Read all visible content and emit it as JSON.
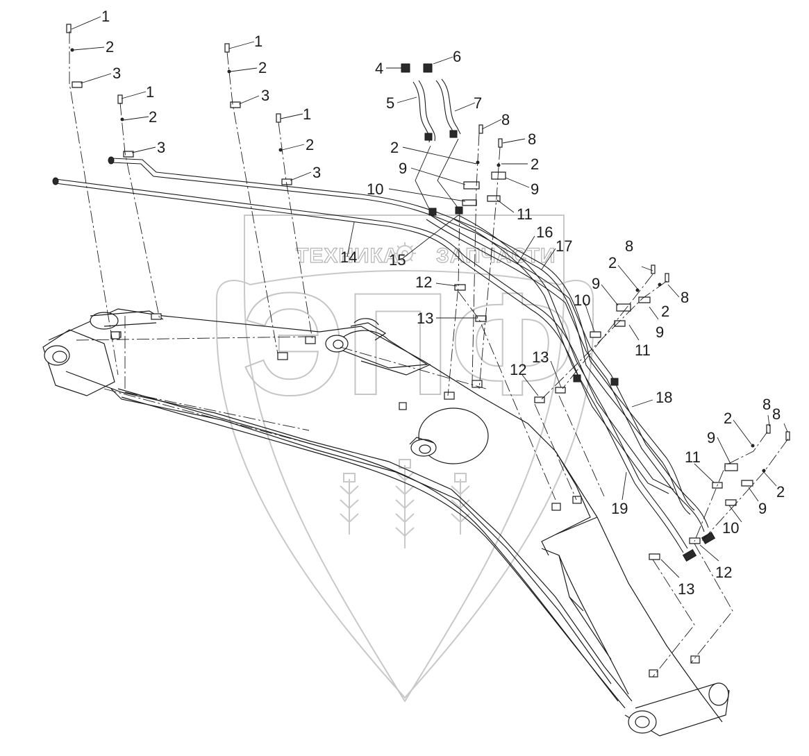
{
  "watermark": {
    "brand_left": "ТЕХНИКА",
    "brand_right": "ЗАПЧАСТИ",
    "letters": "ЭПФ"
  },
  "callouts": [
    {
      "id": "c1",
      "label": "1"
    },
    {
      "id": "c2",
      "label": "2"
    },
    {
      "id": "c3",
      "label": "3"
    },
    {
      "id": "c4",
      "label": "1"
    },
    {
      "id": "c5",
      "label": "2"
    },
    {
      "id": "c6",
      "label": "3"
    },
    {
      "id": "c7",
      "label": "1"
    },
    {
      "id": "c8",
      "label": "2"
    },
    {
      "id": "c9",
      "label": "3"
    },
    {
      "id": "c10",
      "label": "1"
    },
    {
      "id": "c11",
      "label": "2"
    },
    {
      "id": "c12",
      "label": "3"
    },
    {
      "id": "c13",
      "label": "4"
    },
    {
      "id": "c14",
      "label": "5"
    },
    {
      "id": "c15",
      "label": "6"
    },
    {
      "id": "c16",
      "label": "7"
    },
    {
      "id": "c17",
      "label": "8"
    },
    {
      "id": "c18",
      "label": "2"
    },
    {
      "id": "c19",
      "label": "9"
    },
    {
      "id": "c20",
      "label": "10"
    },
    {
      "id": "c21",
      "label": "8"
    },
    {
      "id": "c22",
      "label": "2"
    },
    {
      "id": "c23",
      "label": "9"
    },
    {
      "id": "c24",
      "label": "11"
    },
    {
      "id": "c25",
      "label": "14"
    },
    {
      "id": "c26",
      "label": "15"
    },
    {
      "id": "c27",
      "label": "16"
    },
    {
      "id": "c28",
      "label": "17"
    },
    {
      "id": "c29",
      "label": "12"
    },
    {
      "id": "c30",
      "label": "13"
    },
    {
      "id": "c31",
      "label": "8"
    },
    {
      "id": "c32",
      "label": "2"
    },
    {
      "id": "c33",
      "label": "8"
    },
    {
      "id": "c34",
      "label": "10"
    },
    {
      "id": "c35",
      "label": "9"
    },
    {
      "id": "c36",
      "label": "2"
    },
    {
      "id": "c37",
      "label": "9"
    },
    {
      "id": "c38",
      "label": "11"
    },
    {
      "id": "c39",
      "label": "12"
    },
    {
      "id": "c40",
      "label": "13"
    },
    {
      "id": "c41",
      "label": "18"
    },
    {
      "id": "c42",
      "label": "8"
    },
    {
      "id": "c43",
      "label": "8"
    },
    {
      "id": "c44",
      "label": "2"
    },
    {
      "id": "c45",
      "label": "9"
    },
    {
      "id": "c46",
      "label": "11"
    },
    {
      "id": "c47",
      "label": "2"
    },
    {
      "id": "c48",
      "label": "19"
    },
    {
      "id": "c49",
      "label": "9"
    },
    {
      "id": "c50",
      "label": "10"
    },
    {
      "id": "c51",
      "label": "13"
    },
    {
      "id": "c52",
      "label": "12"
    }
  ]
}
